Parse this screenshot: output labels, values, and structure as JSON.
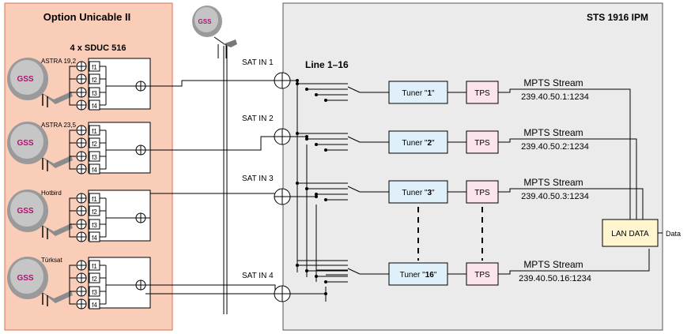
{
  "left_panel": {
    "title": "Option Unicable II",
    "subtitle": "4 x SDUC 516"
  },
  "dishes": [
    {
      "label": "ASTRA 19,2",
      "logo": "GSS"
    },
    {
      "label": "ASTRA 23,5",
      "logo": "GSS"
    },
    {
      "label": "Hotbird",
      "logo": "GSS"
    },
    {
      "label": "Türksat",
      "logo": "GSS"
    }
  ],
  "terrestrial_dish": {
    "logo": "GSS"
  },
  "outputs": [
    "f1",
    "f2",
    "f3",
    "f4"
  ],
  "device": {
    "title": "STS 1916 IPM",
    "lines_label": "Line 1–16"
  },
  "sat_inputs": [
    "SAT IN 1",
    "SAT IN 2",
    "SAT IN 3",
    "SAT IN 4"
  ],
  "tuners": [
    {
      "prefix": "Tuner \"",
      "number": "1",
      "suffix": "\"",
      "tps": "TPS",
      "stream_title": "MPTS Stream",
      "stream_addr": "239.40.50.1:1234"
    },
    {
      "prefix": "Tuner \"",
      "number": "2",
      "suffix": "\"",
      "tps": "TPS",
      "stream_title": "MPTS Stream",
      "stream_addr": "239.40.50.2:1234"
    },
    {
      "prefix": "Tuner \"",
      "number": "3",
      "suffix": "\"",
      "tps": "TPS",
      "stream_title": "MPTS Stream",
      "stream_addr": "239.40.50.3:1234"
    },
    {
      "prefix": "Tuner \"",
      "number": "16",
      "suffix": "\"",
      "tps": "TPS",
      "stream_title": "MPTS Stream",
      "stream_addr": "239.40.50.16:1234"
    }
  ],
  "lan": {
    "label": "LAN DATA",
    "data_label": "Data"
  },
  "colors": {
    "left_panel_fill": "#f9cdb8",
    "left_panel_stroke": "#d9705a",
    "device_fill": "#ebebeb",
    "tuner_fill": "#dff0fa",
    "tps_fill": "#fbe4ec",
    "lan_fill": "#fff6cf",
    "logo_magenta": "#b0126e",
    "dish_gray": "#9a9a9a"
  }
}
